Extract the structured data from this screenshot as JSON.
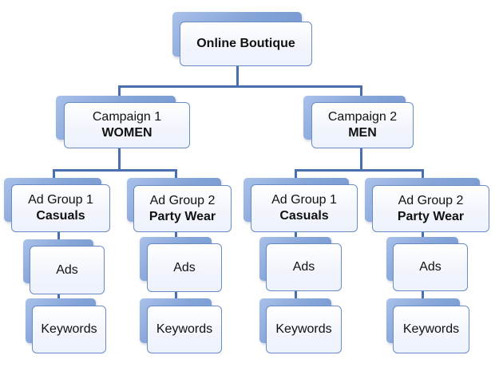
{
  "diagram": {
    "root": {
      "label": "Online Boutique"
    },
    "campaigns": [
      {
        "line1": "Campaign 1",
        "line2": "WOMEN",
        "ad_groups": [
          {
            "line1": "Ad Group 1",
            "line2": "Casuals",
            "children": [
              "Ads",
              "Keywords"
            ]
          },
          {
            "line1": "Ad Group 2",
            "line2": "Party Wear",
            "children": [
              "Ads",
              "Keywords"
            ]
          }
        ]
      },
      {
        "line1": "Campaign 2",
        "line2": "MEN",
        "ad_groups": [
          {
            "line1": "Ad Group 1",
            "line2": "Casuals",
            "children": [
              "Ads",
              "Keywords"
            ]
          },
          {
            "line1": "Ad Group 2",
            "line2": "Party Wear",
            "children": [
              "Ads",
              "Keywords"
            ]
          }
        ]
      }
    ]
  },
  "colors": {
    "connector": "#4a6fae",
    "box_border": "#6a8cc6",
    "box_shadow": "#86a5d8"
  }
}
